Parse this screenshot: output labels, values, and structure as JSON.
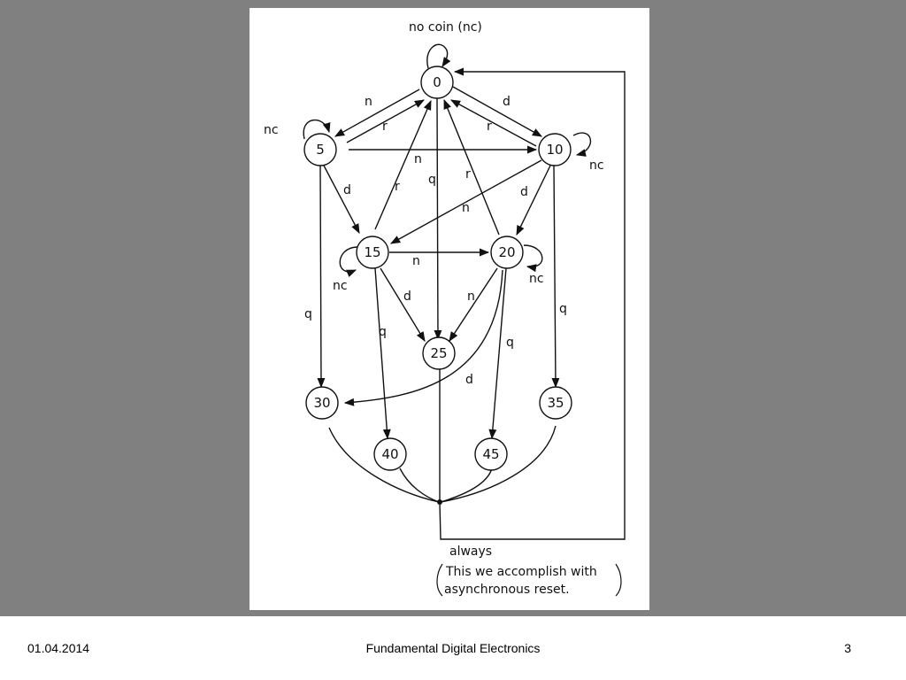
{
  "footer": {
    "date": "01.04.2014",
    "title": "Fundamental Digital Electronics",
    "page": "3"
  },
  "diagram": {
    "states": [
      "0",
      "5",
      "10",
      "15",
      "20",
      "25",
      "30",
      "35",
      "40",
      "45"
    ],
    "top_label": "no coin (nc)",
    "labels": {
      "n": "n",
      "d": "d",
      "q": "q",
      "r": "r",
      "nc": "nc"
    },
    "always_label": "always",
    "note_line1": "This we accomplish with",
    "note_line2": "asynchronous  reset."
  }
}
